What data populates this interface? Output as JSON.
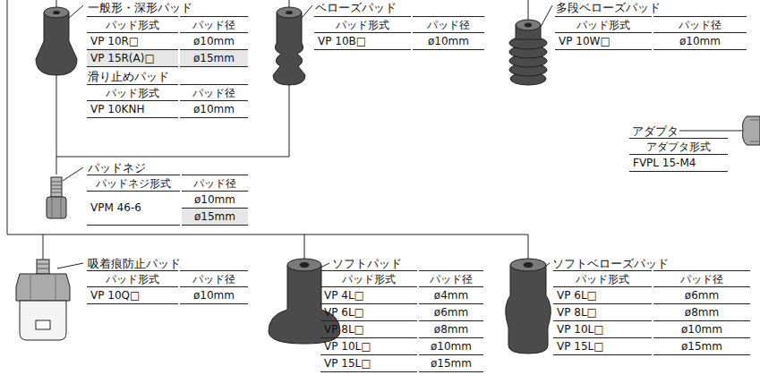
{
  "diagram": {
    "labels": [
      "一般形・深形パッド",
      "パッド形式",
      "パッド径",
      "VP 10R□",
      "ø10mm",
      "VP 15R(A)□",
      "ø15mm",
      "滑り止めパッド",
      "パッド形式",
      "パッド径",
      "VP 10KNH",
      "ø10mm",
      "ベローズパッド",
      "パッド形式",
      "パッド径",
      "VP 10B□",
      "ø10mm",
      "多段ベローズパッド",
      "パッド形式",
      "パッド径",
      "VP 10W□",
      "ø10mm",
      "アダプタ",
      "アダプタ形式",
      "FVPL 15-M4",
      "パッドネジ",
      "パッドネジ形式",
      "パッド径",
      "VPM 46-6",
      "ø10mm",
      "ø15mm",
      "吸着痕防止パッド",
      "パッド形式",
      "パッド径",
      "VP 10Q□",
      "ø10mm",
      "ソフトパッド",
      "パッド形式",
      "パッド径",
      "VP 4L□",
      "ø4mm",
      "VP 6L□",
      "ø6mm",
      "VP 8L□",
      "ø8mm",
      "VP 10L□",
      "ø10mm",
      "VP 15L□",
      "ø15mm",
      "ソフトベローズパッド",
      "パッド形式",
      "パッド径",
      "VP 6L□",
      "ø6mm",
      "VP 8L□",
      "ø8mm",
      "VP 10L□",
      "ø10mm",
      "VP 15L□",
      "ø15mm"
    ]
  }
}
